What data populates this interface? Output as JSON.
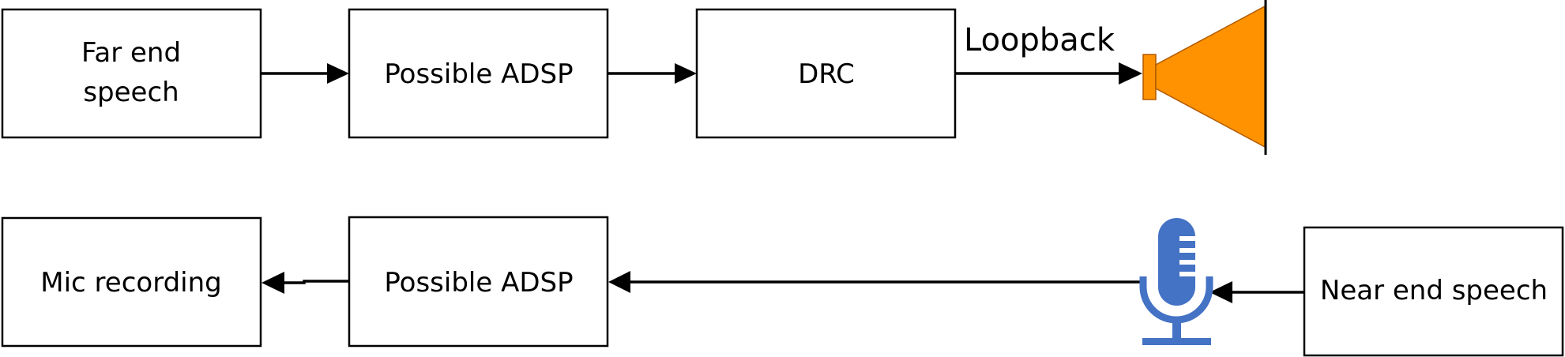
{
  "blocks": {
    "far_end": {
      "line1": "Far end",
      "line2": "speech"
    },
    "adsp_top": "Possible ADSP",
    "drc": "DRC",
    "mic_recording": "Mic recording",
    "adsp_bottom": "Possible ADSP",
    "near_end": "Near end speech"
  },
  "labels": {
    "loopback": "Loopback"
  },
  "colors": {
    "speaker": "#FF9200",
    "speaker_stroke": "#B05A00",
    "microphone": "#4472C4"
  },
  "icons": {
    "speaker": "speaker-icon",
    "microphone": "microphone-icon"
  }
}
